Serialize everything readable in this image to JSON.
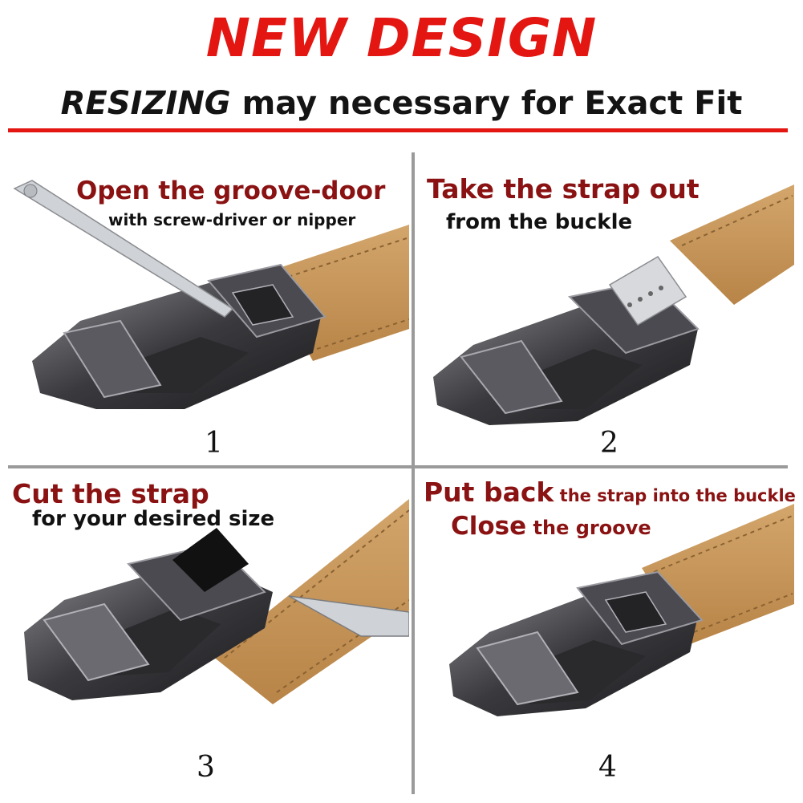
{
  "header": {
    "headline": "NEW DESIGN",
    "subline_emphasis": "RESIZING",
    "subline_rest": " may necessary for Exact Fit"
  },
  "steps": [
    {
      "number": "1",
      "title": "Open the groove-door",
      "subtitle": "with screw-driver or nipper"
    },
    {
      "number": "2",
      "title": "Take the strap out",
      "subtitle": "from the buckle"
    },
    {
      "number": "3",
      "title": "Cut the strap",
      "subtitle": "for your desired size"
    },
    {
      "number": "4",
      "title_bold_1": "Put back",
      "title_rest_1": " the strap into the buckle",
      "title_bold_2": "Close",
      "title_rest_2": " the groove"
    }
  ],
  "colors": {
    "headline": "#e41612",
    "step_title": "#8a1212",
    "leather": "#c4955a",
    "buckle_metal": "#3c3c40",
    "divider": "#9a9a9a"
  }
}
